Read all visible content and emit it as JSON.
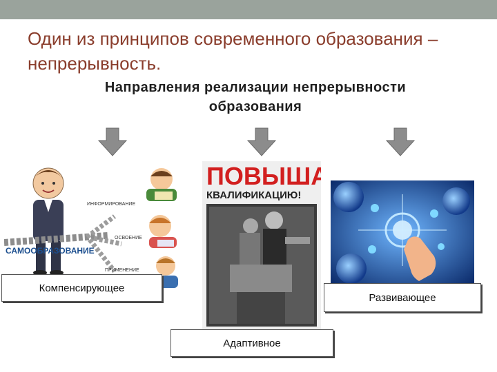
{
  "slide": {
    "title": "Один из принципов современного образования – непрерывность.",
    "subtitle": "Направления реализации непрерывности образования"
  },
  "images": {
    "left": {
      "labels": [
        "ИНФОРМИРОВАНИЕ",
        "ОСВОЕНИЕ",
        "ПРИМЕНЕНИЕ"
      ],
      "rope_label": "САМООБРАЗОВАНИЕ"
    },
    "middle": {
      "poster_line1": "ПОВЫШАЙ",
      "poster_line2": "КВАЛИФИКАЦИЮ!"
    }
  },
  "boxes": {
    "left": "Компенсирующее",
    "middle": "Адаптивное",
    "right": "Развивающее"
  },
  "colors": {
    "title": "#8a3d2c",
    "topbar": "#9aa39c",
    "arrow": "#8c8c8c"
  }
}
